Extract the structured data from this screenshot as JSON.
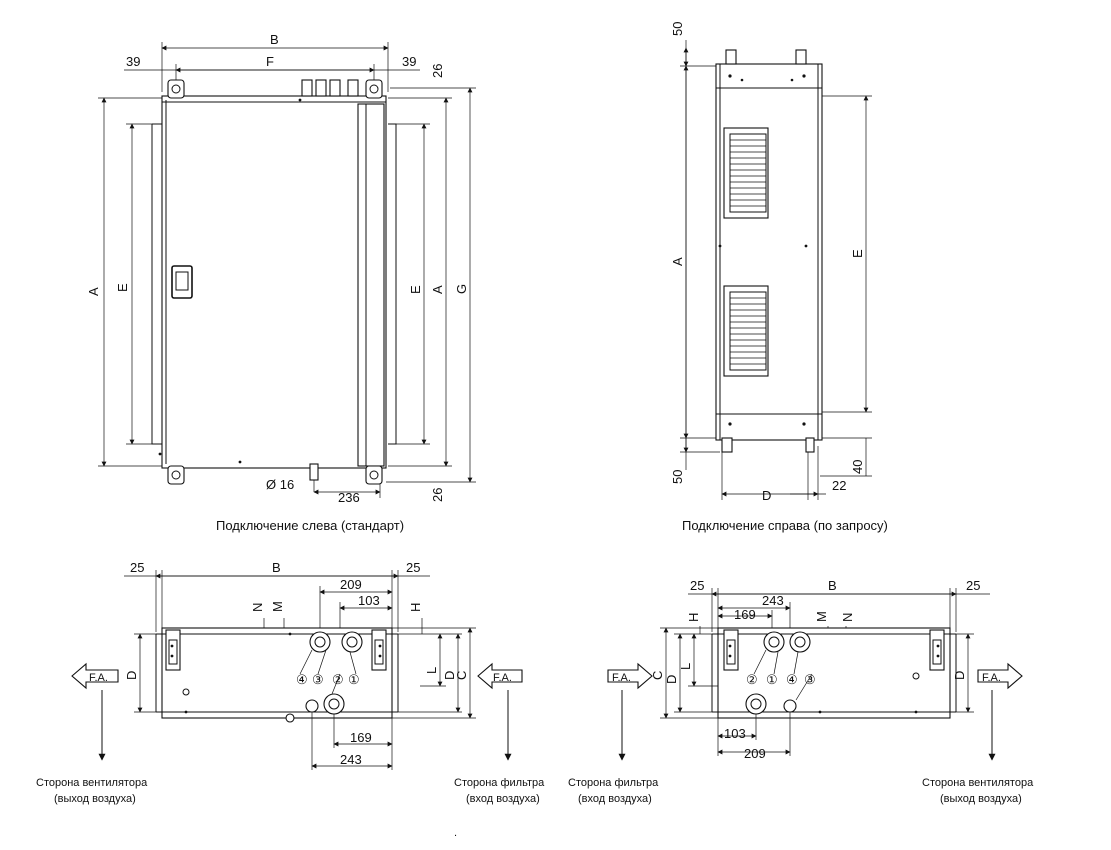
{
  "top_left": {
    "caption": "Подключение слева (стандарт)",
    "labels": {
      "B": "B",
      "F": "F",
      "A_left": "A",
      "E_left": "E",
      "E_right": "E",
      "A_right": "A",
      "G": "G",
      "dim39_left": "39",
      "dim39_right": "39",
      "dim26_top": "26",
      "dim26_bottom": "26",
      "diam": "Ø 16",
      "dim236": "236"
    }
  },
  "top_right": {
    "caption": "Подключение справа (по запросу)",
    "labels": {
      "dim50_top": "50",
      "dim50_bottom": "50",
      "A": "A",
      "E": "E",
      "D": "D",
      "dim22": "22",
      "dim40": "40"
    }
  },
  "bottom_left": {
    "labels": {
      "dim25_left": "25",
      "B": "B",
      "dim25_right": "25",
      "dim209": "209",
      "dim103": "103",
      "N": "N",
      "M": "M",
      "H": "H",
      "D": "D",
      "L": "L",
      "D2": "D",
      "C": "C",
      "dim169": "169",
      "dim243": "243",
      "fa_left": "F.A.",
      "fa_right": "F.A.",
      "c1": "①",
      "c2": "②",
      "c3": "③",
      "c4": "④"
    },
    "side_fan": [
      "Сторона вентилятора",
      "(выход воздуха)"
    ],
    "side_filter": [
      "Сторона фильтра",
      "(вход воздуха)"
    ]
  },
  "bottom_right": {
    "labels": {
      "dim25_left": "25",
      "B": "B",
      "dim25_right": "25",
      "dim243": "243",
      "dim169": "169",
      "H": "H",
      "M": "M",
      "N": "N",
      "C": "C",
      "D": "D",
      "L": "L",
      "D2": "D",
      "dim103": "103",
      "dim209": "209",
      "fa_left": "F.A.",
      "fa_right": "F.A.",
      "c1": "①",
      "c2": "②",
      "c3": "③",
      "c4": "④"
    },
    "side_filter": [
      "Сторона фильтра",
      "(вход воздуха)"
    ],
    "side_fan": [
      "Сторона вентилятора",
      "(выход воздуха)"
    ]
  },
  "footer_mark": "."
}
